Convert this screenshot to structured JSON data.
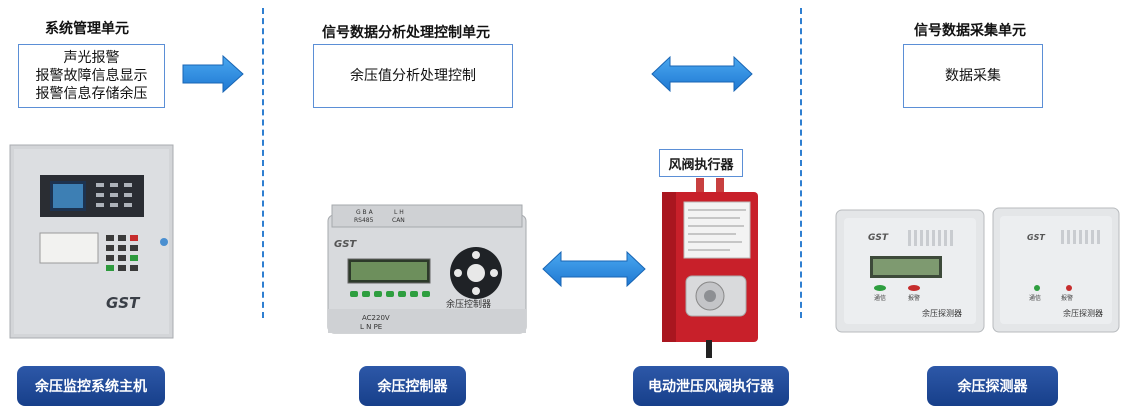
{
  "sections": [
    {
      "title": "系统管理单元",
      "box_lines": [
        "声光报警",
        "报警故障信息显示",
        "报警信息存储余压"
      ]
    },
    {
      "title": "信号数据分析处理控制单元",
      "box_lines": [
        "余压值分析处理控制"
      ]
    },
    {
      "title": "信号数据采集单元",
      "box_lines": [
        "数据采集"
      ]
    }
  ],
  "damper_label": "风阀执行器",
  "devices": [
    {
      "name": "余压监控系统主机"
    },
    {
      "name": "余压控制器"
    },
    {
      "name": "电动泄压风阀执行器"
    },
    {
      "name": "余压探测器"
    }
  ],
  "device_print": {
    "host_brand": "GST",
    "controller_brand": "GST",
    "controller_name": "余压控制器",
    "controller_top_left": "G B A",
    "controller_top_left2": "RS485",
    "controller_top_mid": "L H",
    "controller_top_mid2": "CAN",
    "controller_power": "AC220V",
    "controller_power2": "L N PE",
    "detector_brand": "GST",
    "detector_name": "余压探测器",
    "detector_left_btn": "通信",
    "detector_right_btn": "报警"
  },
  "colors": {
    "accent_blue": "#2f7fd1",
    "arrow_blue": "#2b8de0",
    "badge_blue": "#1f4b9b",
    "damper_red": "#c8202a"
  }
}
